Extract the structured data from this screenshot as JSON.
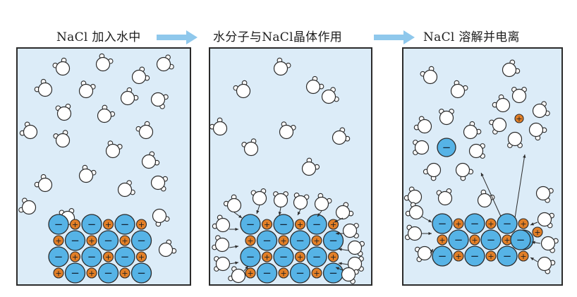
{
  "titles": {
    "step1": "NaCl 加入水中",
    "step2": "水分子与NaCl晶体作用",
    "step3": "NaCl 溶解并电离"
  },
  "ion_signs": {
    "chloride": "−",
    "sodium": "+"
  },
  "colors": {
    "panel_bg": "#dcecf8",
    "chloride_ion": "#56b3e6",
    "sodium_ion": "#e27f27",
    "water_molecule": "#ffffff",
    "flow_arrow": "#8fc8ec",
    "outline": "#2b2b2b"
  }
}
